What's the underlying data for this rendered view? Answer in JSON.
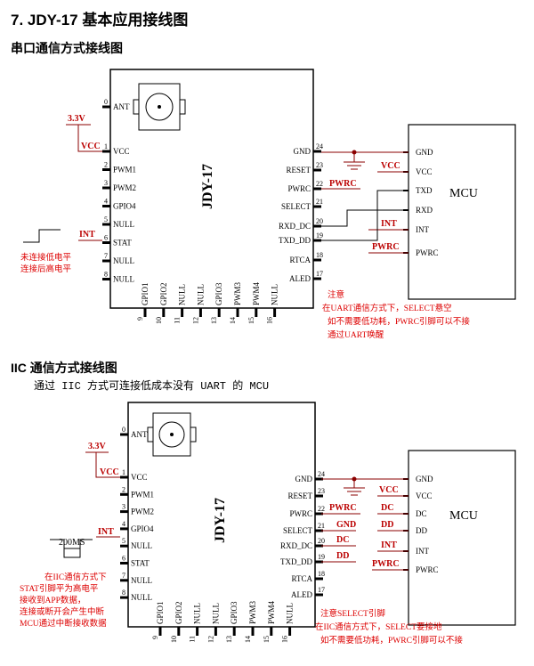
{
  "section_title": "7. JDY-17 基本应用接线图",
  "uart": {
    "heading": "串口通信方式接线图",
    "chip": "JDY-17",
    "mcu": "MCU",
    "supply": "3.3V",
    "labels": {
      "vcc": "VCC",
      "int": "INT",
      "pwrc": "PWRC",
      "vcc_mcu": "VCC",
      "int_mcu": "INT",
      "pwrc_mcu": "PWRC"
    },
    "left_note": [
      "未连接低电平",
      "连接后高电平"
    ],
    "note": [
      "注意",
      "在UART通信方式下，SELECT悬空",
      "如不需要低功耗，PWRC引脚可以不接",
      "通过UART唤醒"
    ]
  },
  "iic": {
    "heading": "IIC 通信方式接线图",
    "subtitle": "通过 IIC 方式可连接低成本没有 UART 的 MCU",
    "chip": "JDY-17",
    "mcu": "MCU",
    "supply": "3.3V",
    "pulse": "200MS",
    "labels": {
      "vcc": "VCC",
      "int": "INT",
      "pwrc": "PWRC",
      "gnd": "GND",
      "dc": "DC",
      "dd": "DD",
      "vcc_mcu": "VCC",
      "dc_mcu": "DC",
      "dd_mcu": "DD",
      "int_mcu": "INT",
      "pwrc_mcu": "PWRC"
    },
    "left_note": [
      "在IIC通信方式下",
      "STAT引脚平为高电平",
      "接收到APP数据，",
      "连接或断开会产生中断",
      "MCU通过中断接收数据"
    ],
    "note": [
      "注意SELECT引脚",
      "在IIC通信方式下，SELECT要接地",
      "如不需要低功耗，PWRC引脚可以不接"
    ]
  },
  "pins": {
    "ant": "ANT",
    "left": [
      {
        "n": "1",
        "name": "VCC"
      },
      {
        "n": "2",
        "name": "PWM1"
      },
      {
        "n": "3",
        "name": "PWM2"
      },
      {
        "n": "4",
        "name": "GPIO4"
      },
      {
        "n": "5",
        "name": "NULL"
      },
      {
        "n": "6",
        "name": "STAT"
      },
      {
        "n": "7",
        "name": "NULL"
      },
      {
        "n": "8",
        "name": "NULL"
      }
    ],
    "bottom": [
      {
        "n": "9",
        "name": "GPIO1"
      },
      {
        "n": "10",
        "name": "GPIO2"
      },
      {
        "n": "11",
        "name": "NULL"
      },
      {
        "n": "12",
        "name": "NULL"
      },
      {
        "n": "13",
        "name": "GPIO3"
      },
      {
        "n": "14",
        "name": "PWM3"
      },
      {
        "n": "15",
        "name": "PWM4"
      },
      {
        "n": "16",
        "name": "NULL"
      }
    ],
    "right": [
      {
        "n": "24",
        "name": "GND"
      },
      {
        "n": "23",
        "name": "RESET"
      },
      {
        "n": "22",
        "name": "PWRC"
      },
      {
        "n": "21",
        "name": "SELECT"
      },
      {
        "n": "20",
        "name": "RXD_DC"
      },
      {
        "n": "19",
        "name": "TXD_DD"
      },
      {
        "n": "18",
        "name": "RTCA"
      },
      {
        "n": "17",
        "name": "ALED"
      }
    ],
    "mcu_uart": [
      "GND",
      "VCC",
      "TXD",
      "RXD",
      "INT",
      "PWRC"
    ],
    "mcu_iic": [
      "GND",
      "VCC",
      "DC",
      "DD",
      "INT",
      "PWRC"
    ]
  }
}
